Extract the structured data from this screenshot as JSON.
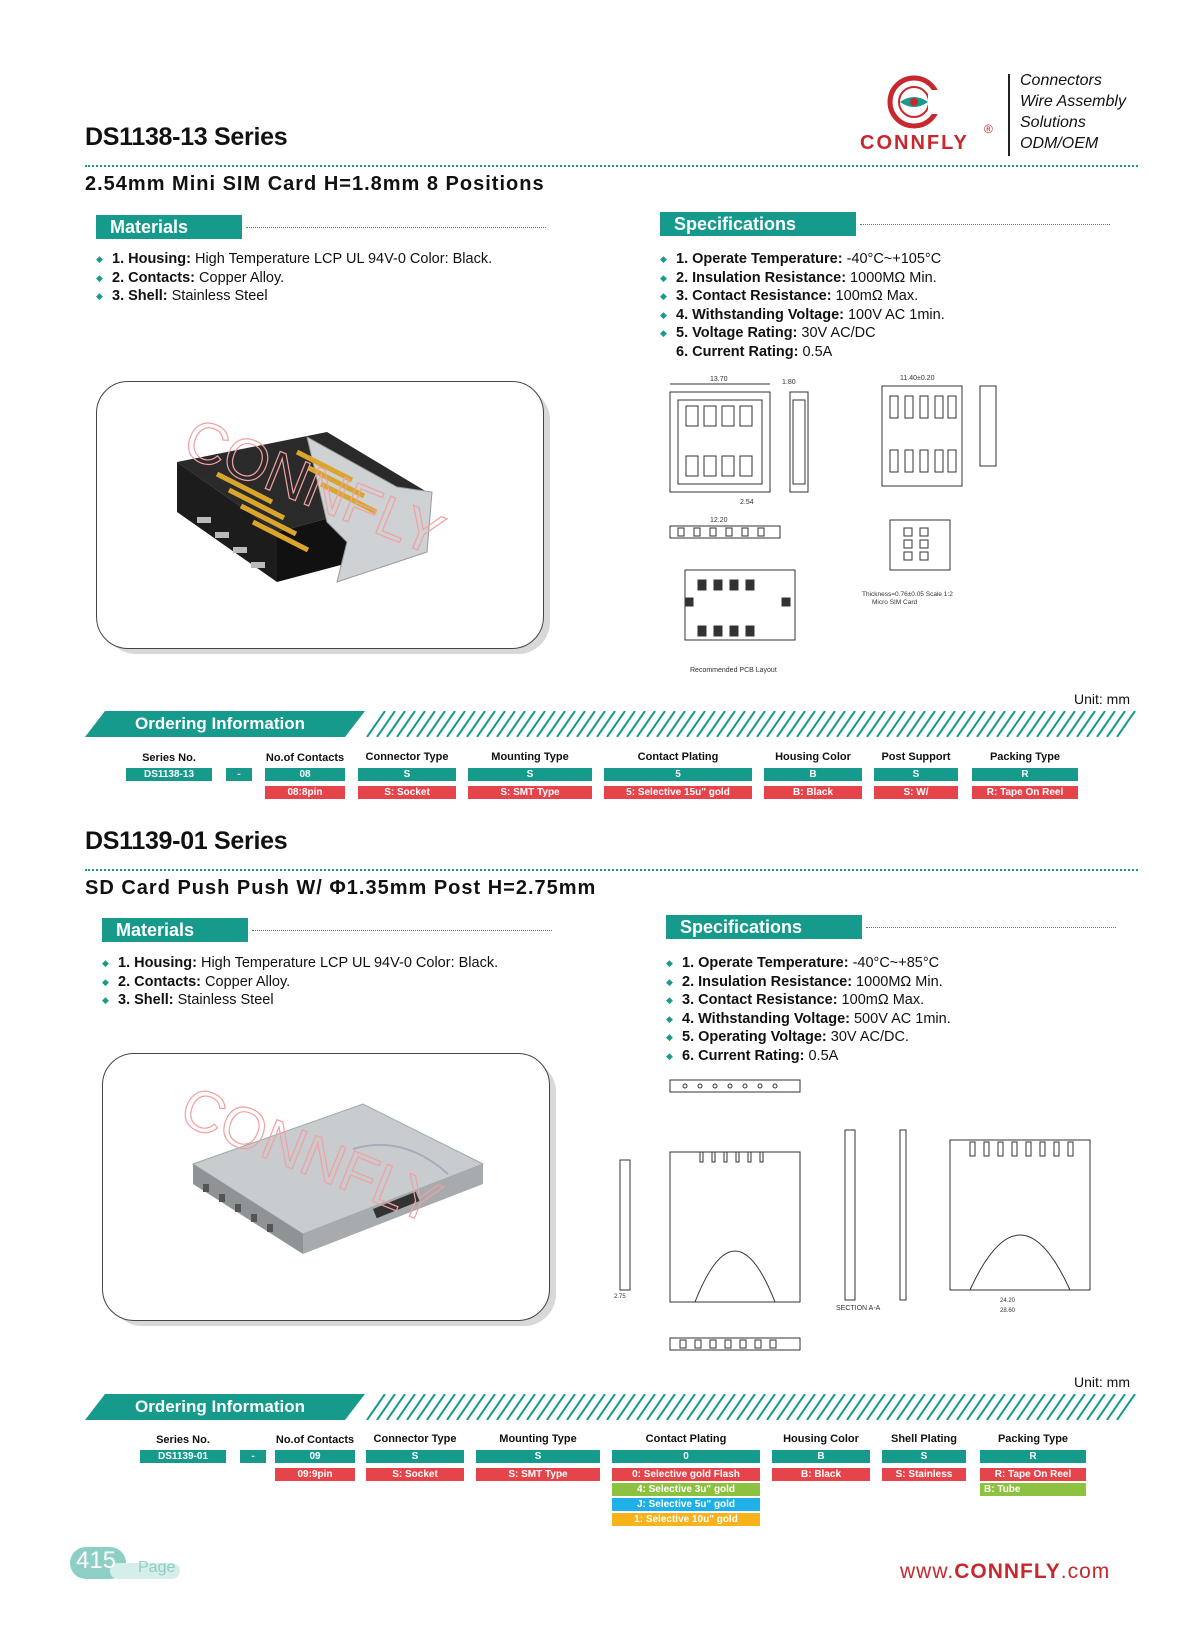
{
  "brand": {
    "logo_text": "CONNFLY",
    "registered": "®",
    "tagline": [
      "Connectors",
      "Wire Assembly",
      "Solutions",
      "ODM/OEM"
    ]
  },
  "colors": {
    "teal": "#169a8c",
    "red": "#e5454a",
    "green": "#8cc23f",
    "blue": "#1eb0e6",
    "orange": "#f8b21a"
  },
  "product1": {
    "series": "DS1138-13 Series",
    "subtitle": "2.54mm Mini SIM Card H=1.8mm 8 Positions",
    "materials_title": "Materials",
    "materials": [
      {
        "label": "1. Housing:",
        "text": " High Temperature LCP UL 94V-0 Color: Black."
      },
      {
        "label": "2. Contacts:",
        "text": " Copper Alloy."
      },
      {
        "label": "3. Shell:",
        "text": " Stainless Steel"
      }
    ],
    "specs_title": "Specifications",
    "specs": [
      {
        "label": "1. Operate Temperature:",
        "text": " -40°C~+105°C"
      },
      {
        "label": "2. Insulation Resistance:",
        "text": " 1000MΩ Min."
      },
      {
        "label": "3. Contact Resistance:",
        "text": " 100mΩ Max."
      },
      {
        "label": "4. Withstanding Voltage:",
        "text": " 100V AC 1min."
      },
      {
        "label": "5. Voltage Rating:",
        "text": " 30V AC/DC"
      },
      {
        "label": "6. Current Rating:",
        "text": " 0.5A"
      }
    ],
    "watermark": "CONNFLY",
    "drawing_labels": {
      "d1": "13.70",
      "d2": "1.80",
      "d3": "11.40±0.20",
      "d4": "12.20",
      "d5": "2.54",
      "pcb": "Recommended PCB Layout",
      "card": "Thickness=0.76±0.05 Scale 1:2",
      "card2": "Micro SIM Card"
    },
    "unit": "Unit: mm",
    "ordering_title": "Ordering Information",
    "ordering": {
      "series_no_header": "Series No.",
      "series_no": "DS1138-13",
      "dash": "-",
      "columns": [
        {
          "header": "No.of Contacts",
          "code": "08",
          "options": [
            "08:8pin"
          ]
        },
        {
          "header": "Connector Type",
          "code": "S",
          "options": [
            "S: Socket"
          ]
        },
        {
          "header": "Mounting Type",
          "code": "S",
          "options": [
            "S: SMT Type"
          ]
        },
        {
          "header": "Contact Plating",
          "code": "5",
          "options": [
            "5: Selective 15u\" gold"
          ]
        },
        {
          "header": "Housing Color",
          "code": "B",
          "options": [
            "B: Black"
          ]
        },
        {
          "header": "Post Support",
          "code": "S",
          "options": [
            "S: W/"
          ]
        },
        {
          "header": "Packing Type",
          "code": "R",
          "options": [
            "R: Tape On Reel"
          ]
        }
      ]
    }
  },
  "product2": {
    "series": "DS1139-01 Series",
    "subtitle": "SD Card Push Push W/ Φ1.35mm Post  H=2.75mm",
    "materials_title": "Materials",
    "materials": [
      {
        "label": "1. Housing:",
        "text": " High Temperature LCP UL 94V-0 Color: Black."
      },
      {
        "label": "2. Contacts:",
        "text": " Copper Alloy."
      },
      {
        "label": "3. Shell:",
        "text": " Stainless Steel"
      }
    ],
    "specs_title": "Specifications",
    "specs": [
      {
        "label": "1. Operate Temperature:",
        "text": " -40°C~+85°C"
      },
      {
        "label": "2. Insulation Resistance:",
        "text": " 1000MΩ Min."
      },
      {
        "label": "3. Contact Resistance:",
        "text": " 100mΩ Max."
      },
      {
        "label": "4. Withstanding Voltage:",
        "text": " 500V AC 1min."
      },
      {
        "label": "5. Operating Voltage:",
        "text": " 30V AC/DC."
      },
      {
        "label": "6. Current Rating:",
        "text": " 0.5A"
      }
    ],
    "watermark": "CONNFLY",
    "drawing_labels": {
      "section": "SECTION A-A",
      "d1": "24.20",
      "d2": "28.60",
      "d3": "2.75"
    },
    "unit": "Unit: mm",
    "ordering_title": "Ordering Information",
    "ordering": {
      "series_no_header": "Series No.",
      "series_no": "DS1139-01",
      "dash": "-",
      "columns": [
        {
          "header": "No.of Contacts",
          "code": "09",
          "options": [
            "09:9pin"
          ]
        },
        {
          "header": "Connector Type",
          "code": "S",
          "options": [
            "S: Socket"
          ]
        },
        {
          "header": "Mounting Type",
          "code": "S",
          "options": [
            "S: SMT Type"
          ]
        },
        {
          "header": "Contact Plating",
          "code": "0",
          "options": [
            "0: Selective gold Flash",
            "4: Selective 3u\" gold",
            "J: Selective 5u\" gold",
            "1: Selective 10u\" gold"
          ]
        },
        {
          "header": "Housing Color",
          "code": "B",
          "options": [
            "B: Black"
          ]
        },
        {
          "header": "Shell Plating",
          "code": "S",
          "options": [
            "S: Stainless"
          ]
        },
        {
          "header": "Packing Type",
          "code": "R",
          "options": [
            "R: Tape On Reel",
            "B: Tube"
          ]
        }
      ]
    }
  },
  "footer": {
    "page_number": "415",
    "page_label": "Page",
    "url_prefix": "www.",
    "url_brand": "CONNFLY",
    "url_suffix": ".com"
  }
}
